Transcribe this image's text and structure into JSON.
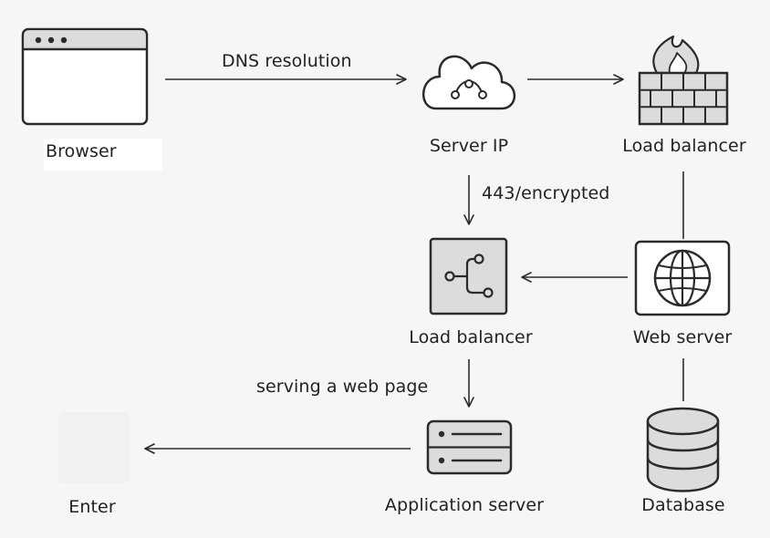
{
  "nodes": {
    "browser": {
      "label": "Browser",
      "icon": "browser-window-icon"
    },
    "server_ip": {
      "label": "Server IP",
      "icon": "cloud-icon"
    },
    "load_balancer_top": {
      "label": "Load balancer",
      "icon": "firewall-icon"
    },
    "load_balancer_mid": {
      "label": "Load balancer",
      "icon": "branch-icon"
    },
    "web_server": {
      "label": "Web server",
      "icon": "globe-icon"
    },
    "application_server": {
      "label": "Application server",
      "icon": "server-rack-icon"
    },
    "database": {
      "label": "Database",
      "icon": "database-icon"
    },
    "enter": {
      "label": "Enter"
    }
  },
  "edges": {
    "dns": {
      "label": "DNS resolution"
    },
    "encrypted": {
      "label": "443/encrypted"
    },
    "serving": {
      "label": "serving a web page"
    }
  },
  "colors": {
    "stroke": "#2b2b2b",
    "icon_fill": "#ffffff",
    "icon_gray": "#dcdcdc",
    "background": "#f6f6f6"
  }
}
